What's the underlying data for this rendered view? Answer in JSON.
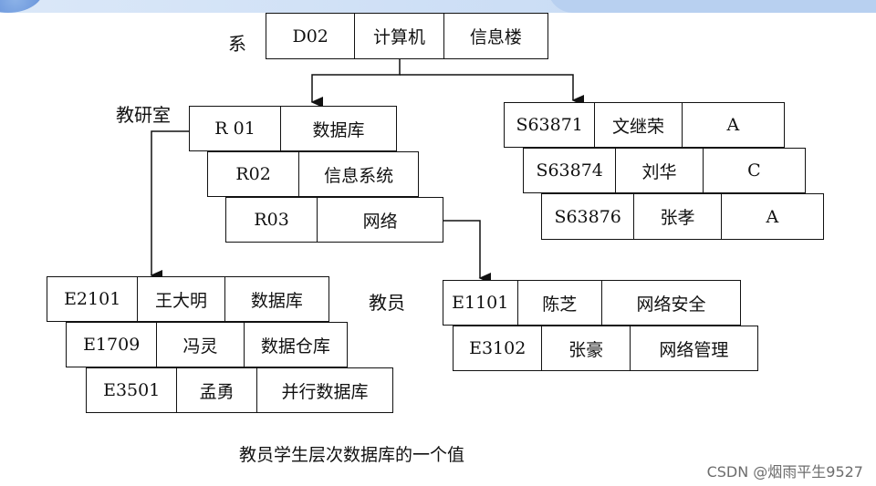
{
  "labels": {
    "department": "系",
    "research_office": "教研室",
    "teacher": "教员"
  },
  "department": [
    "D02",
    "计算机",
    "信息楼"
  ],
  "research_offices": [
    [
      "R 01",
      "数据库"
    ],
    [
      "R02",
      "信息系统"
    ],
    [
      "R03",
      "网络"
    ]
  ],
  "students": [
    [
      "S63871",
      "文继荣",
      "A"
    ],
    [
      "S63874",
      "刘华",
      "C"
    ],
    [
      "S63876",
      "张孝",
      "A"
    ]
  ],
  "teachers_db": [
    [
      "E2101",
      "王大明",
      "数据库"
    ],
    [
      "E1709",
      "冯灵",
      "数据仓库"
    ],
    [
      "E3501",
      "孟勇",
      "并行数据库"
    ]
  ],
  "teachers_net": [
    [
      "E1101",
      "陈芝",
      "网络安全"
    ],
    [
      "E3102",
      "张豪",
      "网络管理"
    ]
  ],
  "caption": "教员学生层次数据库的一个值",
  "watermark": "CSDN @烟雨平生9527"
}
